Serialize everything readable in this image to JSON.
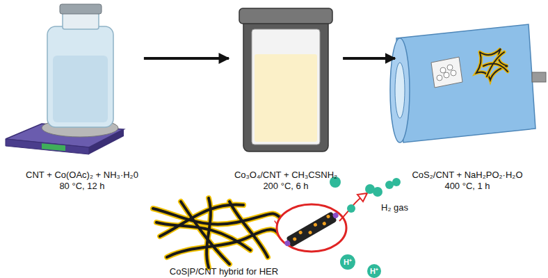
{
  "diagram": {
    "nodes": [
      {
        "text": [
          "CNT + Co(OAc)₂ + NH₃·H₂0",
          "80 °C, 12 h"
        ]
      },
      {
        "text": [
          "Co₃O₄/CNT + CH₃CSNH₂",
          "200 °C, 6 h"
        ]
      },
      {
        "text": [
          "CoS₂/CNT + NaH₂PO₂·H₂O",
          "400 °C, 1 h"
        ]
      },
      {
        "text": [
          "H⁺"
        ]
      },
      {
        "text": [
          "H⁺"
        ]
      }
    ],
    "edges": [
      {
        "from": 0,
        "to": 1,
        "arrow": "to"
      },
      {
        "from": 1,
        "to": 2,
        "arrow": "to"
      }
    ],
    "labels": [
      "H₂ gas",
      "CoS|P/CNT hybrid for HER"
    ]
  }
}
